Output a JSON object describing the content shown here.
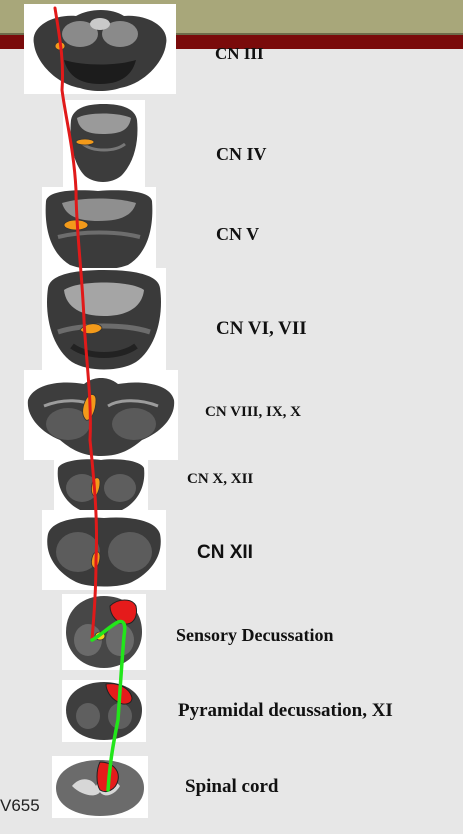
{
  "labels": {
    "cn3": "CN III",
    "cn4": "CN IV",
    "cn5": "CN V",
    "cn67": "CN VI, VII",
    "cn8910": "CN VIII, IX, X",
    "cn1012": "CN X, XII",
    "cn12": "CN XII",
    "sensory": "Sensory Decussation",
    "pyramidal": "Pyramidal decussation, XI",
    "spinal": "Spinal cord"
  },
  "footer_text": "V655",
  "colors": {
    "header_band": "#a8a77a",
    "accent_band": "#7a0b0b",
    "tract_red": "#e01a1a",
    "tract_green": "#22e61a",
    "nucleus_orange": "#f39a1a",
    "pyramid_red": "#e51b1b"
  }
}
